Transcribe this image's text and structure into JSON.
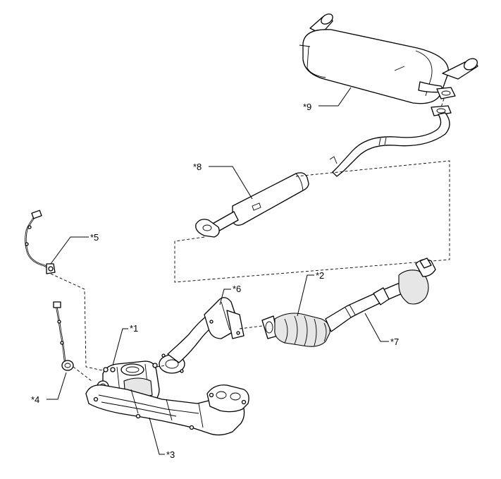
{
  "callouts": {
    "c1": "*1",
    "c2": "*2",
    "c3": "*3",
    "c4": "*4",
    "c5": "*5",
    "c6": "*6",
    "c7": "*7",
    "c8": "*8",
    "c9": "*9"
  }
}
